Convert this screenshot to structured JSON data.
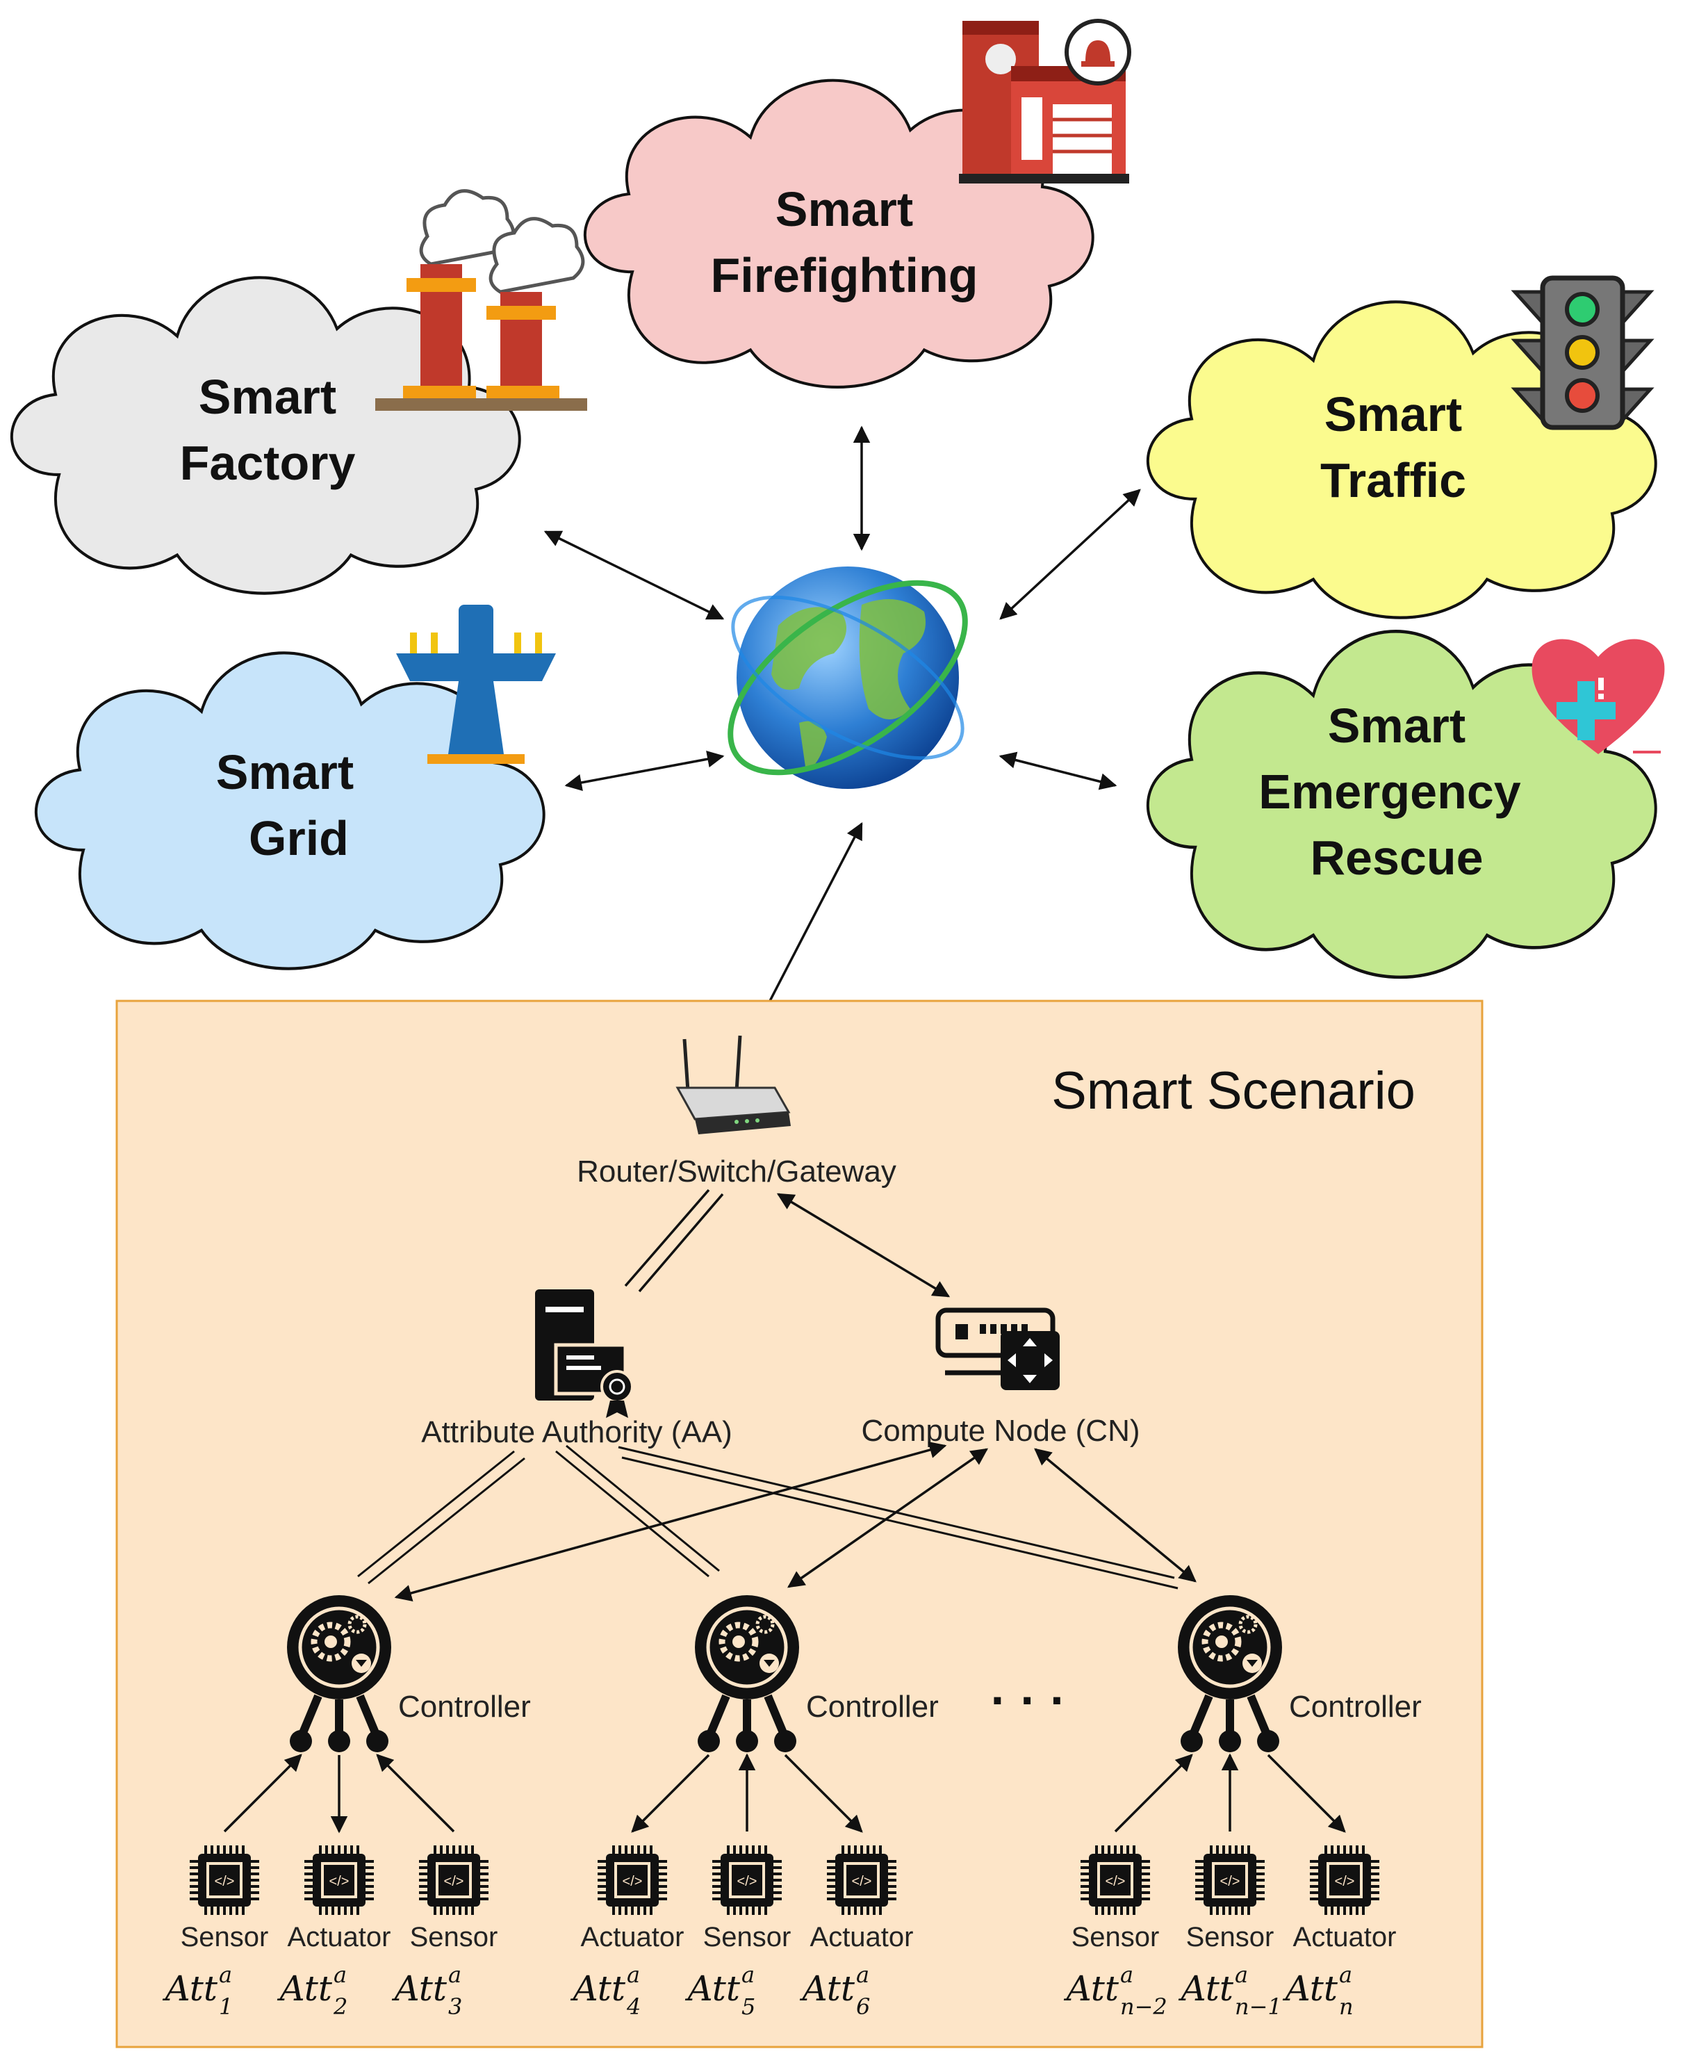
{
  "clouds": {
    "factory": {
      "line1": "Smart",
      "line2": "Factory",
      "color": "#e9e9e9"
    },
    "firefighting": {
      "line1": "Smart",
      "line2": "Firefighting",
      "color": "#f7c9c8"
    },
    "traffic": {
      "line1": "Smart",
      "line2": "Traffic",
      "color": "#fbfb8e"
    },
    "grid": {
      "line1": "Smart",
      "line2": "Grid",
      "color": "#c7e4fa"
    },
    "rescue": {
      "line1": "Smart",
      "line2": "Emergency",
      "line3": "Rescue",
      "color": "#c3e88f"
    }
  },
  "scenario": {
    "title": "Smart Scenario",
    "router_label": "Router/Switch/Gateway",
    "aa_label": "Attribute Authority (AA)",
    "cn_label": "Compute Node (CN)",
    "ellipsis": "· · ·",
    "background": "#fde5c8",
    "border": "#e8a33d",
    "controllers": [
      {
        "label": "Controller",
        "devices": [
          {
            "type": "Sensor",
            "att_sub": "1",
            "direction": "up"
          },
          {
            "type": "Actuator",
            "att_sub": "2",
            "direction": "down"
          },
          {
            "type": "Sensor",
            "att_sub": "3",
            "direction": "up"
          }
        ]
      },
      {
        "label": "Controller",
        "devices": [
          {
            "type": "Actuator",
            "att_sub": "4",
            "direction": "down"
          },
          {
            "type": "Sensor",
            "att_sub": "5",
            "direction": "up"
          },
          {
            "type": "Actuator",
            "att_sub": "6",
            "direction": "down"
          }
        ]
      },
      {
        "label": "Controller",
        "devices": [
          {
            "type": "Sensor",
            "att_sub": "n−2",
            "direction": "up"
          },
          {
            "type": "Sensor",
            "att_sub": "n−1",
            "direction": "up"
          },
          {
            "type": "Actuator",
            "att_sub": "n",
            "direction": "down"
          }
        ]
      }
    ],
    "att_base": "Att",
    "att_sup": "a"
  },
  "icons": [
    "globe-icon",
    "factory-icon",
    "fire-station-icon",
    "traffic-light-icon",
    "power-pylon-icon",
    "heart-medical-icon",
    "router-icon",
    "server-certificate-icon",
    "compute-switch-icon",
    "controller-gear-icon",
    "chip-icon"
  ]
}
